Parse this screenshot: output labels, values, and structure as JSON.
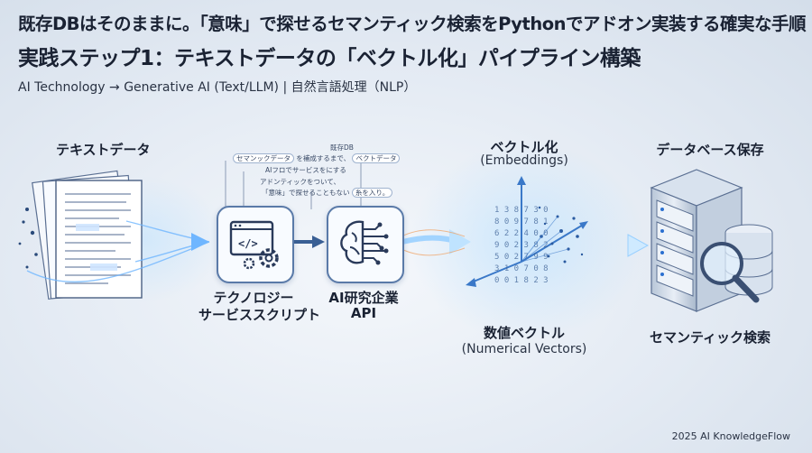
{
  "header": {
    "title_line1": "既存DBはそのままに。「意味」で探せるセマンティック検索をPythonでアドオン実装する確実な手順",
    "title_line2": "実践ステップ1：テキストデータの「ベクトル化」パイプライン構築",
    "subtitle": "AI Technology → Generative AI (Text/LLM) | 自然言語処理（NLP）"
  },
  "steps": {
    "text_data": "テキストデータ",
    "script_label_line1": "テクノロジー",
    "script_label_line2": "サービススクリプト",
    "api_label_line1": "AI研究企業",
    "api_label_line2": "API",
    "vectorize_title": "ベクトル化",
    "vectorize_en": "(Embeddings)",
    "numeric_title": "数値ベクトル",
    "numeric_en": "(Numerical Vectors)",
    "db_title": "データベース保存",
    "search_title": "セマンティック検索"
  },
  "annotations": {
    "line1": "既存DB",
    "line2a": "セマンックデータ",
    "line2b": "を補成するまで、",
    "line2c": "ベクトデータ",
    "line3": "AIフロでサービスをにする",
    "line4": "アドンティックをついて、",
    "line5a": "「意味」で探せることもない",
    "line5b": "糸を入り。"
  },
  "icons": {
    "document": "document-stack-icon",
    "code": "code-window-icon",
    "brain": "ai-brain-icon",
    "vector_space": "vector-space-icon",
    "database": "database-server-icon",
    "magnifier": "magnifier-icon"
  },
  "colors": {
    "accent": "#3a78c8",
    "box_border": "#5a7aa8",
    "glow": "#7fc4ff"
  },
  "footer": "2025 AI KnowledgeFlow"
}
